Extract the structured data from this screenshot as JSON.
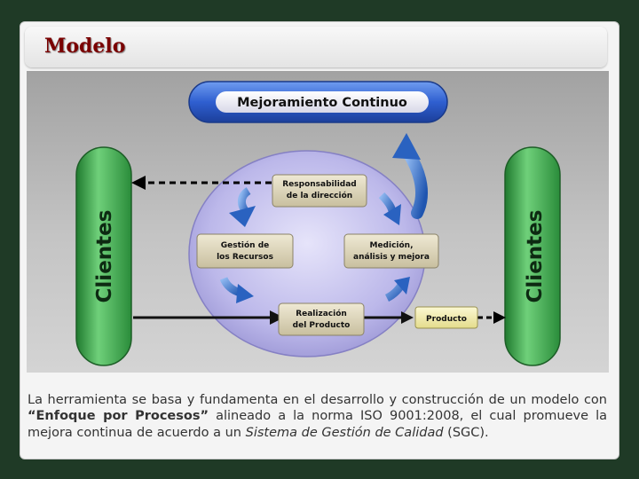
{
  "title": "Modelo",
  "diagram": {
    "top_banner": "Mejoramiento Continuo",
    "clients_left": "Clientes",
    "clients_right": "Clientes",
    "nodes": {
      "responsabilidad_line1": "Responsabilidad",
      "responsabilidad_line2": "de la dirección",
      "gestion_line1": "Gestión de",
      "gestion_line2": "los Recursos",
      "medicion_line1": "Medición,",
      "medicion_line2": "análisis y mejora",
      "realizacion_line1": "Realización",
      "realizacion_line2": "del Producto"
    },
    "product_box": "Producto",
    "colors": {
      "clients_green": "#3fa94f",
      "banner_blue": "#2f5fd0",
      "circle_lavender": "#b9b6e6",
      "arrow_blue": "#3a74c8",
      "box_tan": "#dcd4bd",
      "product_yellow": "#f2eeb0"
    }
  },
  "description": {
    "part1": "La herramienta se basa y fundamenta en el desarrollo y construcción de un modelo con ",
    "bold": "“Enfoque por Procesos”",
    "part2": " alineado a la norma ISO 9001:2008, el cual promueve la mejora continua de acuerdo a un ",
    "italic1": "Sistema de Gestión de Calidad",
    "part3": " (SGC)."
  }
}
